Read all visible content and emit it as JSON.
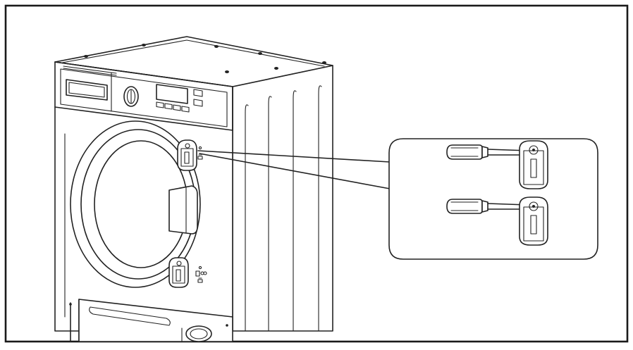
{
  "figure": {
    "description_visible_text": "",
    "colors": {
      "line": "#222222",
      "background": "#ffffff"
    },
    "icons": [
      "washing-machine",
      "door-hinge",
      "screwdriver",
      "magnified-callout"
    ],
    "callout_screwdriver_count": 2
  }
}
